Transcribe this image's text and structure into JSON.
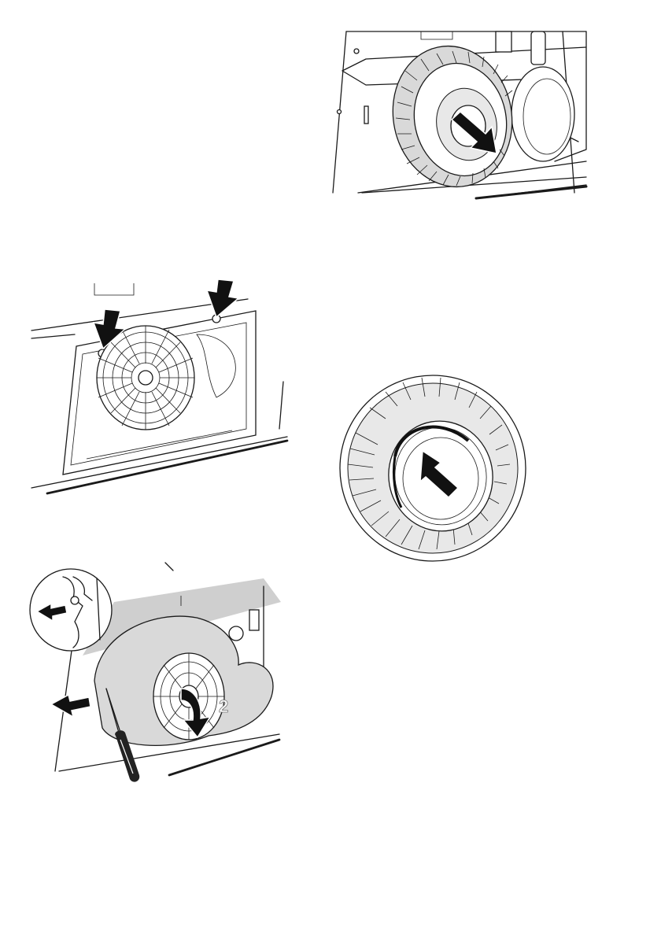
{
  "figures": [
    {
      "id": "fan-wheel-removal",
      "arrows": 1
    },
    {
      "id": "cover-release-tabs",
      "arrows": 2
    },
    {
      "id": "motor-housing-release",
      "arrows": 3,
      "step_label": "2",
      "tool_icon": "screwdriver-icon",
      "detail_inset": true
    },
    {
      "id": "fan-wheel-center-press",
      "arrows": 1
    }
  ],
  "colors": {
    "line": "#1a1a1a",
    "arrow": "#111111",
    "shade": "#d9d9d9",
    "background": "#ffffff"
  }
}
